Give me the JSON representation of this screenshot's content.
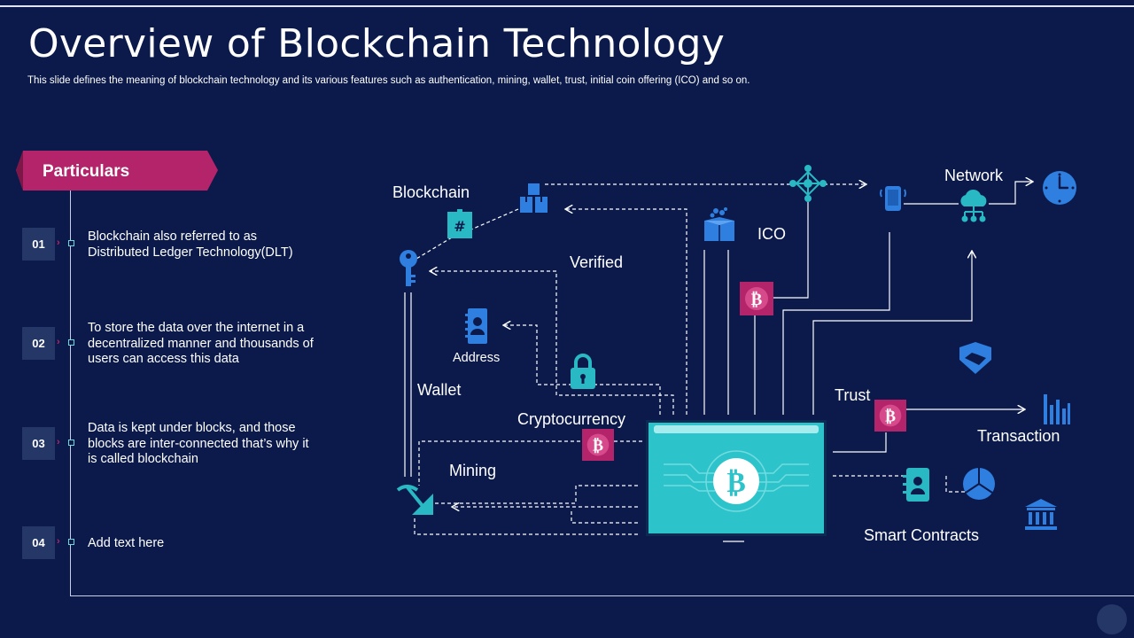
{
  "header": {
    "title": "Overview of Blockchain Technology",
    "subtitle": "This slide defines the meaning of blockchain technology and its various features such as authentication, mining, wallet, trust, initial coin offering (ICO) and so on."
  },
  "particulars": {
    "heading": "Particulars",
    "items": [
      {
        "num": "01",
        "text": "Blockchain also referred to as Distributed Ledger Technology(DLT)"
      },
      {
        "num": "02",
        "text": "To store the data over the internet in a decentralized manner and thousands of users can access this data"
      },
      {
        "num": "03",
        "text": "Data is kept under blocks, and those blocks are inter-connected that’s why it is called blockchain"
      },
      {
        "num": "04",
        "text": "Add text here"
      }
    ]
  },
  "diagram": {
    "labels": {
      "blockchain": "Blockchain",
      "verified": "Verified",
      "address": "Address",
      "wallet": "Wallet",
      "cryptocurrency": "Cryptocurrency",
      "mining": "Mining",
      "ico": "ICO",
      "network": "Network",
      "trust": "Trust",
      "transaction": "Transaction",
      "smart_contracts": "Smart Contracts"
    },
    "colors": {
      "background": "#0b1a4a",
      "accent_teal": "#29b9c4",
      "accent_magenta": "#b3246b",
      "accent_blue": "#2f7fe0"
    },
    "icons": [
      "hash-block-icon",
      "boxes-icon",
      "key-icon",
      "network-node-icon",
      "smartphone-icon",
      "cloud-network-icon",
      "clock-icon",
      "coin-box-icon",
      "bitcoin-icon",
      "contact-book-icon",
      "padlock-icon",
      "pickaxe-icon",
      "handshake-icon",
      "bar-chart-icon",
      "contact-card-icon",
      "pie-chart-icon",
      "bank-icon",
      "bitcoin-laptop-icon"
    ]
  }
}
